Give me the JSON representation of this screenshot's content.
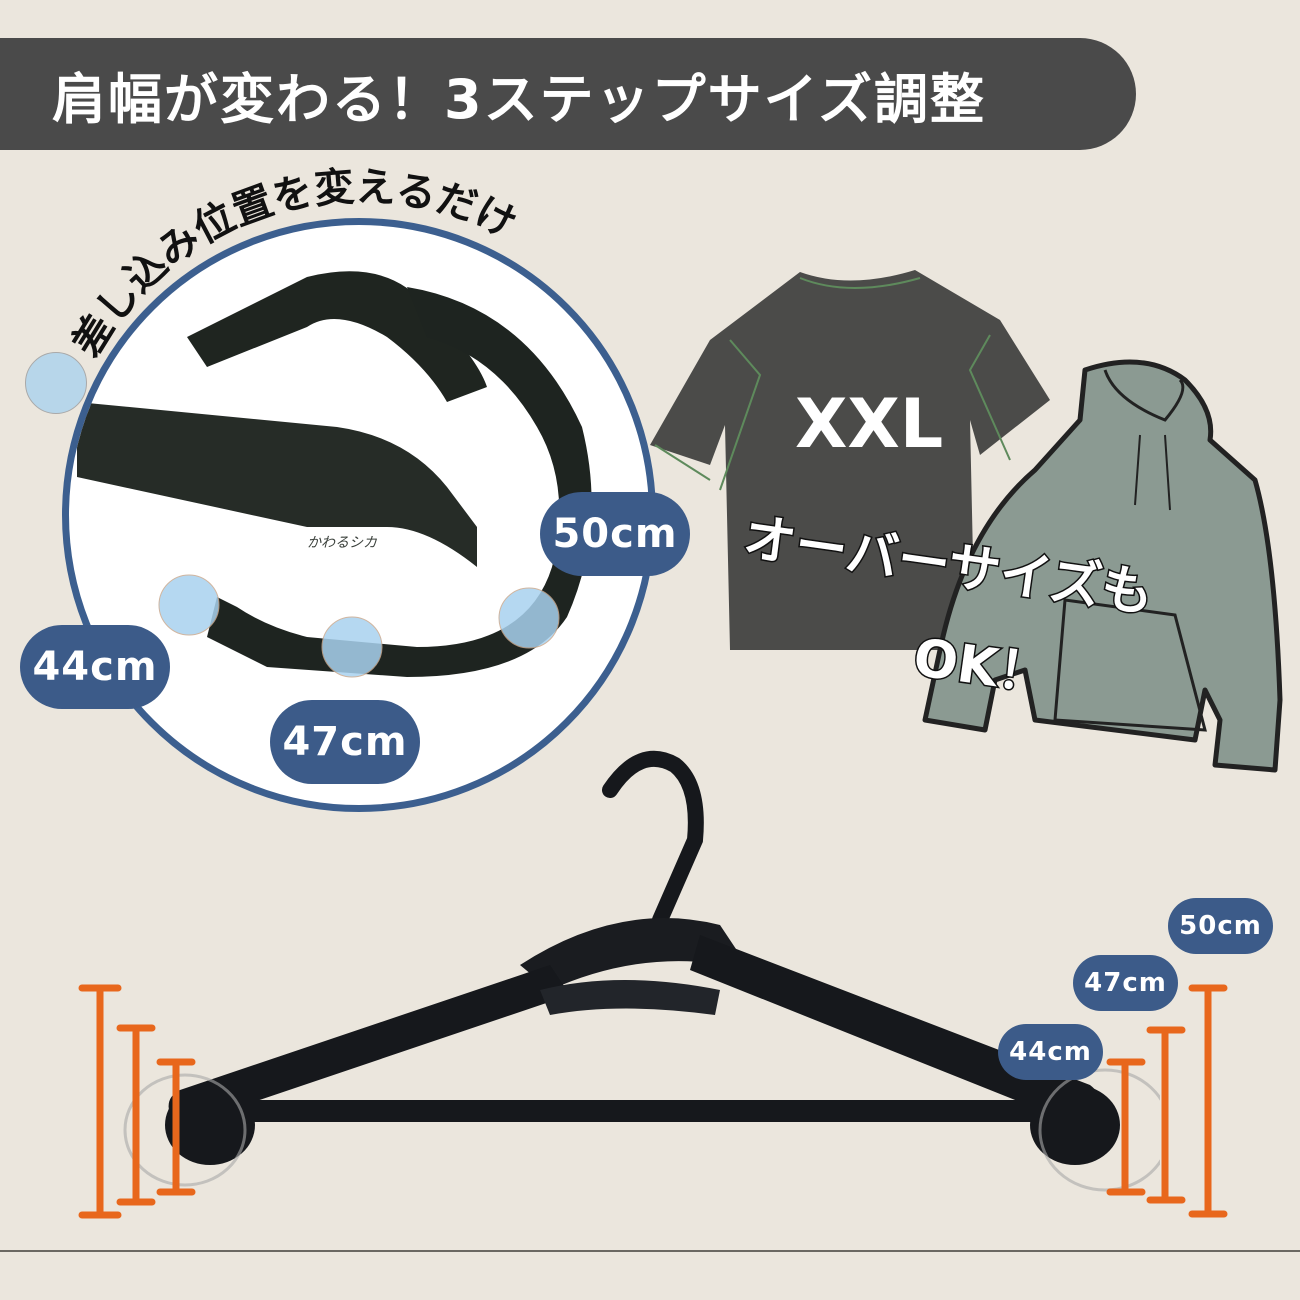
{
  "header": {
    "title": "肩幅が変わる！3ステップサイズ調整"
  },
  "zoom_detail": {
    "arc_caption": "差し込み位置を変えるだけ",
    "hanger_embossed_text": "かわるシカ",
    "badges": [
      "44cm",
      "47cm",
      "50cm"
    ]
  },
  "apparel": {
    "tshirt_label": "XXL",
    "oversize_caption_line1": "オーバーサイズも",
    "oversize_caption_line2": "OK！"
  },
  "measurement": {
    "badges": [
      "44cm",
      "47cm",
      "50cm"
    ]
  },
  "colors": {
    "background": "#ebe6dd",
    "title_bar": "#4a4a4a",
    "badge_blue": "#3c5b89",
    "circle_border": "#3c5f8f",
    "measure_orange": "#e8671c",
    "tshirt": "#4b4b49",
    "tshirt_seam": "#5e8a5c",
    "hoodie": "#8b9a92",
    "hook_dot": "#b7d6ea"
  }
}
